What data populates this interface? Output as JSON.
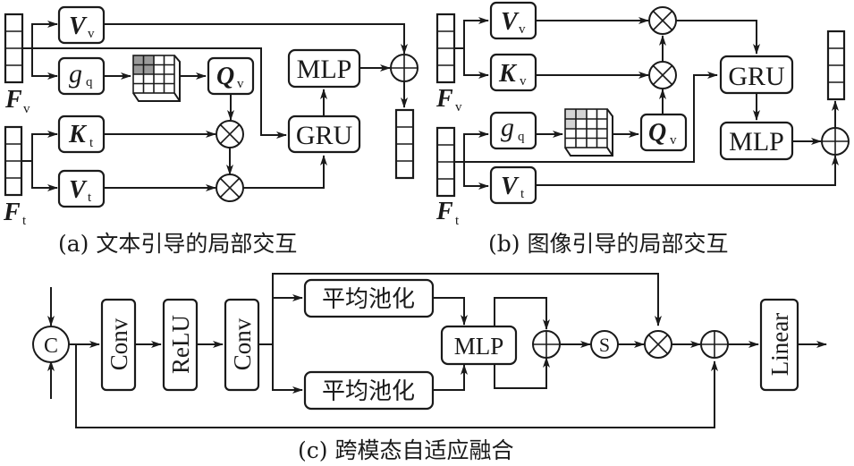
{
  "diagram": {
    "panel_a": {
      "caption": "(a) 文本引导的局部交互",
      "input_v": {
        "main": "F",
        "sub": "v"
      },
      "input_t": {
        "main": "F",
        "sub": "t"
      },
      "nodes": {
        "vv": {
          "main": "V",
          "sub": "v"
        },
        "gq": {
          "main": "g",
          "sub": "q"
        },
        "qv": {
          "main": "Q",
          "sub": "v"
        },
        "kt": {
          "main": "K",
          "sub": "t"
        },
        "vt": {
          "main": "V",
          "sub": "t"
        },
        "mlp": "MLP",
        "gru": "GRU"
      },
      "operators": {
        "mul": "⊗",
        "add": "⊕"
      }
    },
    "panel_b": {
      "caption": "(b) 图像引导的局部交互",
      "input_v": {
        "main": "F",
        "sub": "v"
      },
      "input_t": {
        "main": "F",
        "sub": "t"
      },
      "nodes": {
        "vv": {
          "main": "V",
          "sub": "v"
        },
        "kv": {
          "main": "K",
          "sub": "v"
        },
        "gq": {
          "main": "g",
          "sub": "q"
        },
        "qv": {
          "main": "Q",
          "sub": "v"
        },
        "vt": {
          "main": "V",
          "sub": "t"
        },
        "gru": "GRU",
        "mlp": "MLP"
      }
    },
    "panel_c": {
      "caption": "(c) 跨模态自适应融合",
      "concat": "C",
      "sigmoid": "S",
      "conv1": "Conv",
      "relu": "ReLU",
      "conv2": "Conv",
      "pool_top": "平均池化",
      "pool_bottom": "平均池化",
      "mlp": "MLP",
      "linear": "Linear"
    },
    "colors": {
      "stroke": "#1a1a1a",
      "grid_highlight_a": "#9a9a9a",
      "grid_highlight_b": "#d4d4d4"
    }
  }
}
